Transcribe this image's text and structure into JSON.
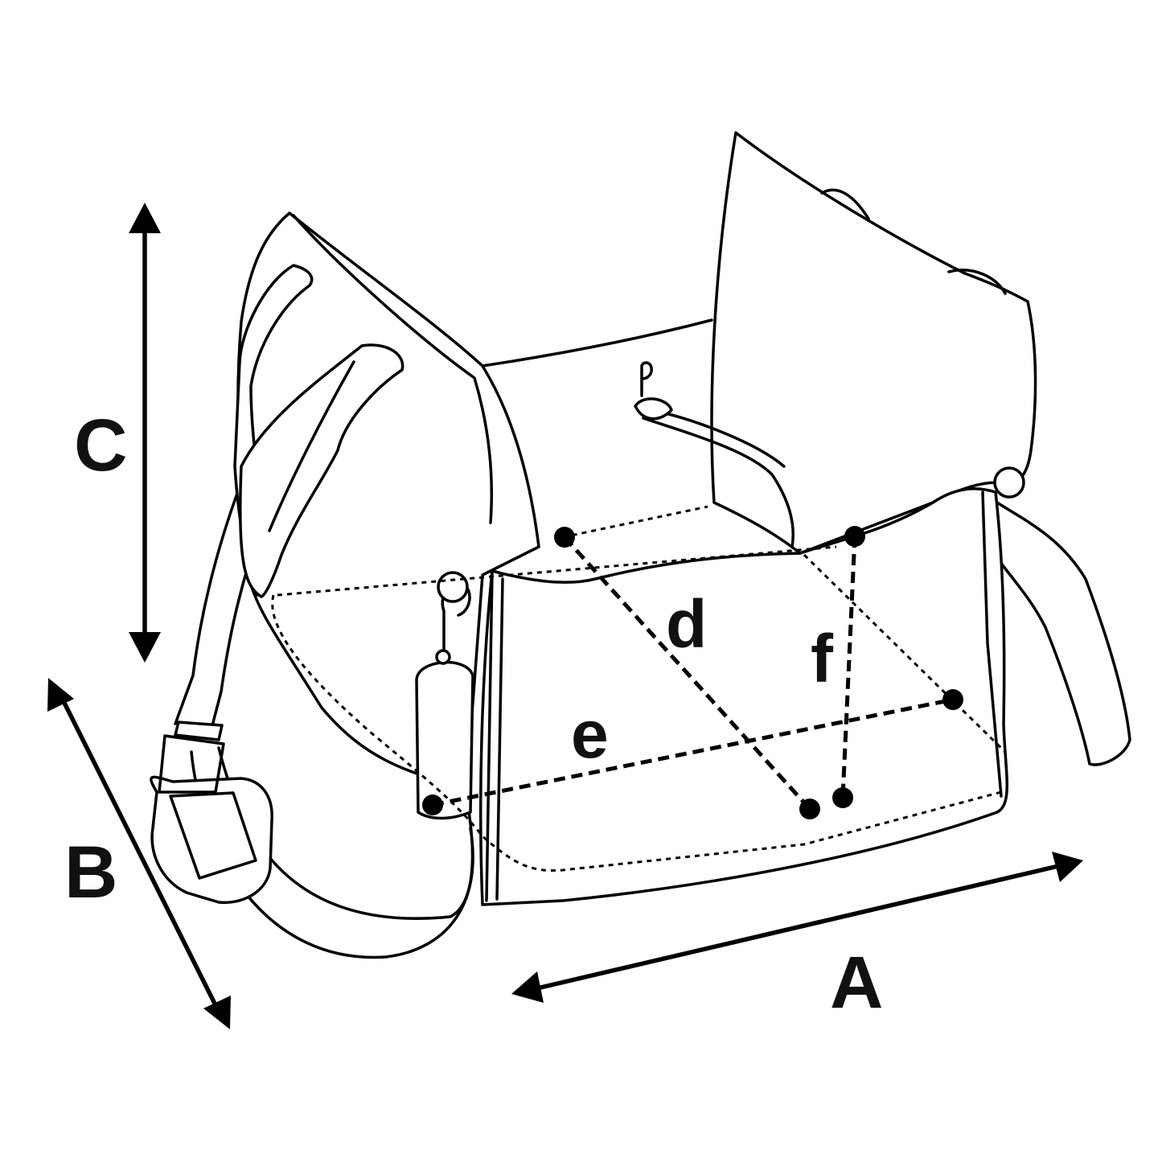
{
  "labels": {
    "A": "A",
    "B": "B",
    "C": "C",
    "d": "d",
    "e": "e",
    "f": "f"
  }
}
